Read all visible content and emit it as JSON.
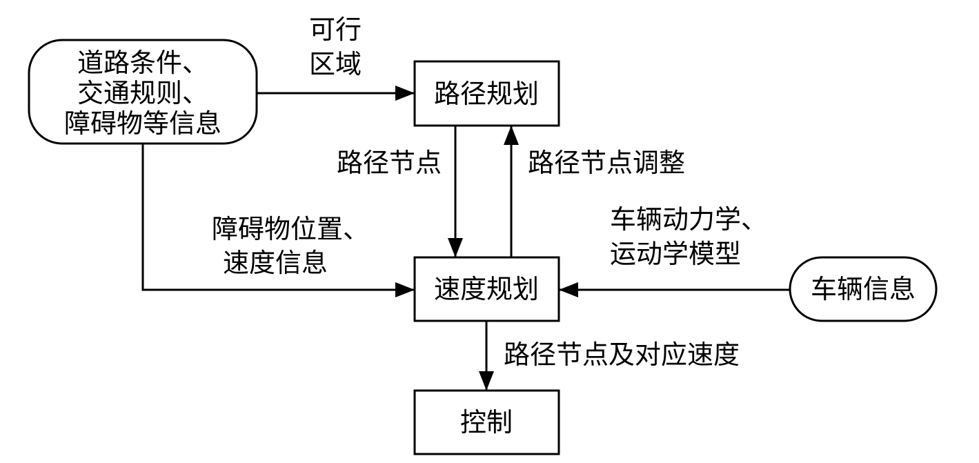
{
  "nodes": {
    "env_info": {
      "lines": [
        "道路条件、",
        "交通规则、",
        "障碍物等信息"
      ]
    },
    "path_planning": {
      "label": "路径规划"
    },
    "speed_planning": {
      "label": "速度规划"
    },
    "vehicle_info": {
      "label": "车辆信息"
    },
    "control": {
      "label": "控制"
    }
  },
  "edges": {
    "feasible_region": {
      "lines": [
        "可行",
        "区域"
      ]
    },
    "path_nodes": {
      "label": "路径节点"
    },
    "path_node_adjust": {
      "label": "路径节点调整"
    },
    "obstacle_state": {
      "lines": [
        "障碍物位置、",
        "速度信息"
      ]
    },
    "vehicle_model": {
      "lines": [
        "车辆动力学、",
        "运动学模型"
      ]
    },
    "nodes_with_speed": {
      "label": "路径节点及对应速度"
    }
  },
  "colors": {
    "stroke": "#000000",
    "fill": "#ffffff",
    "text": "#000000"
  }
}
